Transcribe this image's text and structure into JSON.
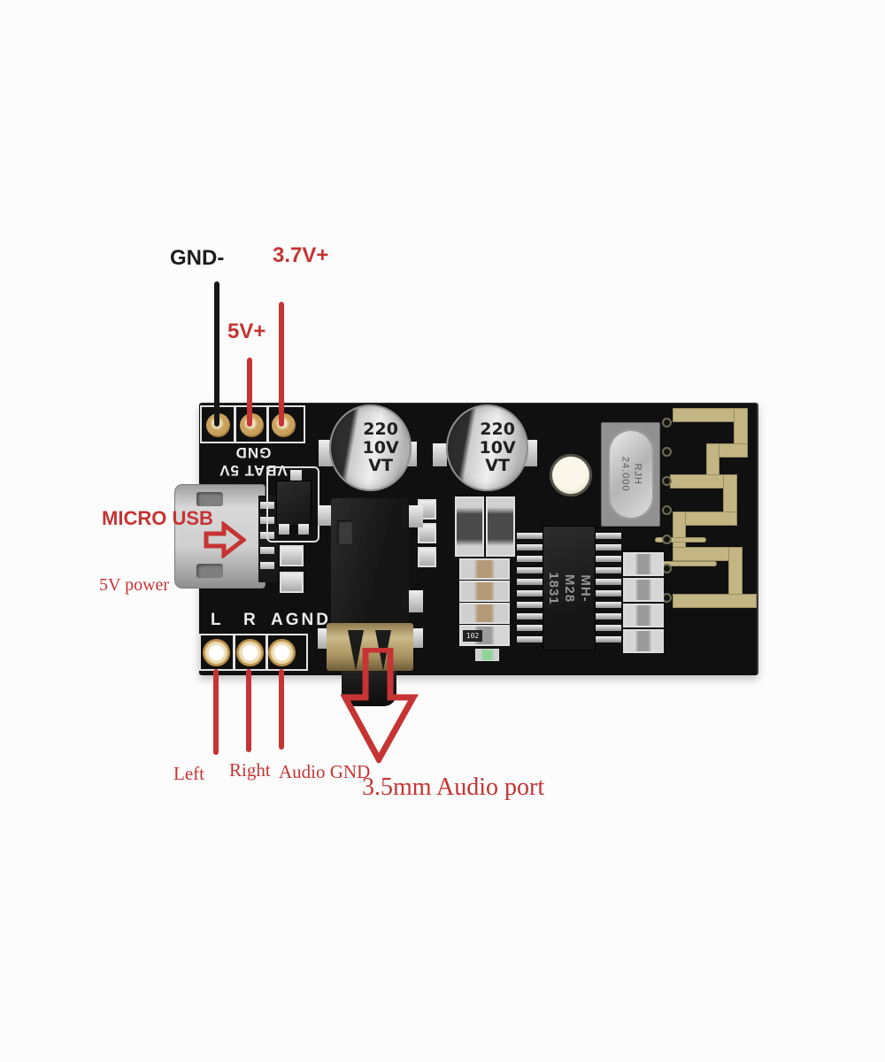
{
  "annotations": {
    "gnd": "GND-",
    "v37": "3.7V+",
    "v5": "5V+",
    "micro_usb": "MICRO USB",
    "power": "5V power",
    "left": "Left",
    "right": "Right",
    "audio_gnd": "Audio GND",
    "audio_port": "3.5mm Audio port"
  },
  "board": {
    "power_silk": "VBAT 5V GND",
    "audio_pins": [
      "L",
      "R",
      "AGND"
    ],
    "cap_marking": "220\n10V\nVT",
    "crystal_marking": "RJH\n24.000",
    "ic_marking": "MH-M28\n1831",
    "smd_marking": "102"
  },
  "colors": {
    "annotation_red": "#c63434",
    "annotation_black": "#161616",
    "pcb_black": "#101010",
    "antenna_gold": "#c3b684",
    "pad_gold": "#bd934d"
  }
}
